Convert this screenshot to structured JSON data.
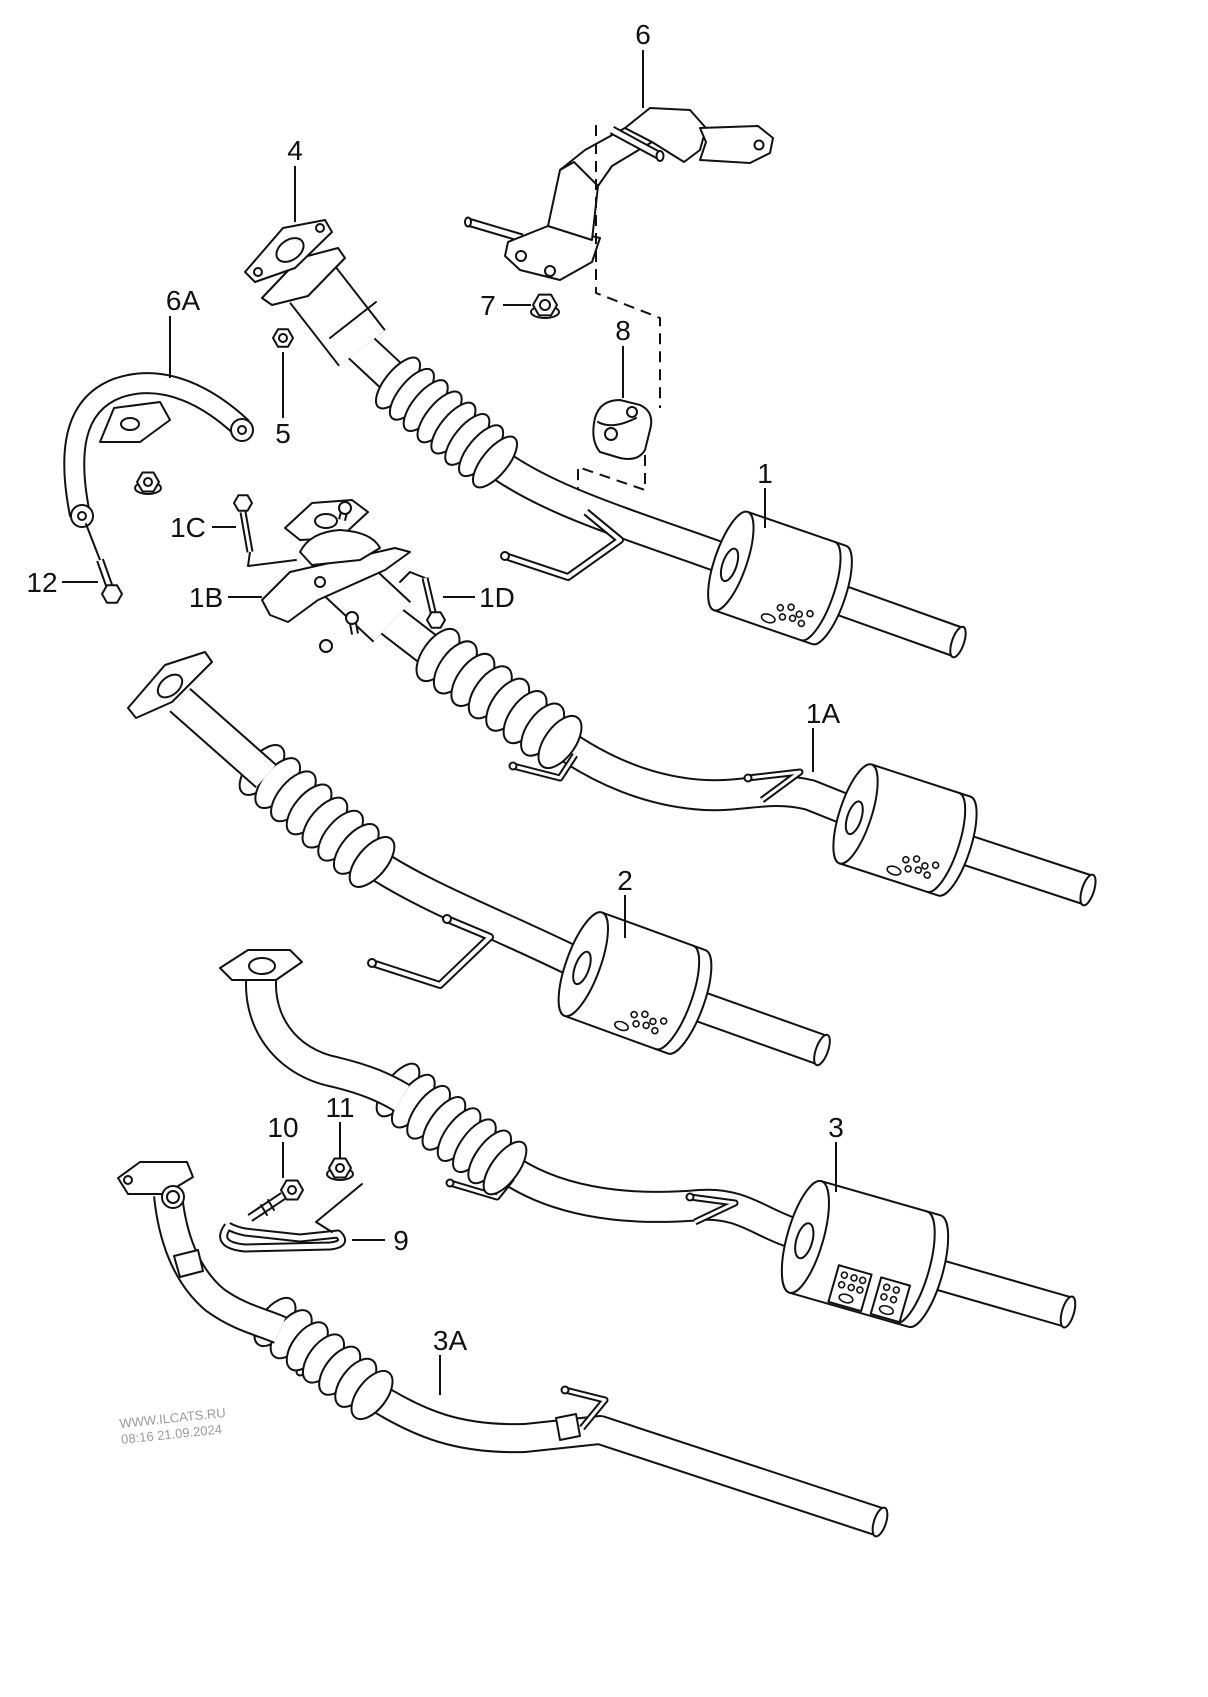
{
  "callouts": {
    "c6": "6",
    "c4": "4",
    "c6A": "6A",
    "c5": "5",
    "c7": "7",
    "c8": "8",
    "c1": "1",
    "c1C": "1C",
    "c12": "12",
    "c1B": "1B",
    "c1D": "1D",
    "c1A": "1A",
    "c2": "2",
    "c3": "3",
    "c11": "11",
    "c10": "10",
    "c9": "9",
    "c3A": "3A"
  },
  "watermark": {
    "site": "WWW.ILCATS.RU",
    "timestamp": "08:16 21.09.2024"
  },
  "colors": {
    "line": "#111111",
    "fill": "#ffffff",
    "watermark": "#9a9a9a"
  }
}
